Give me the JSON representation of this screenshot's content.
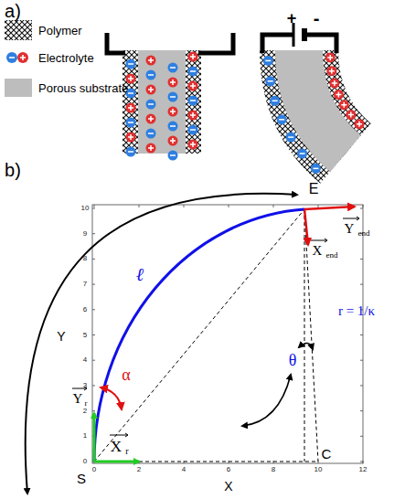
{
  "diagram": {
    "labels": [
      "a)",
      "+",
      "-",
      "b)",
      "E",
      "Y",
      "end",
      "X",
      "end",
      "r = 1/κ",
      "ℓ",
      "α",
      "θ",
      "C",
      "S",
      "Y",
      "r",
      "X",
      "r",
      "X",
      "Y",
      "0",
      "2",
      "4",
      "6",
      "8",
      "10",
      "12",
      "0",
      "1",
      "2",
      "3",
      "4",
      "5",
      "6",
      "7",
      "8",
      "9",
      "10"
    ],
    "legend": [
      {
        "text": "Polymer"
      },
      {
        "text": "Electrolyte"
      },
      {
        "text": "Porous substrate",
        "color": "#bdbdbd"
      }
    ]
  }
}
